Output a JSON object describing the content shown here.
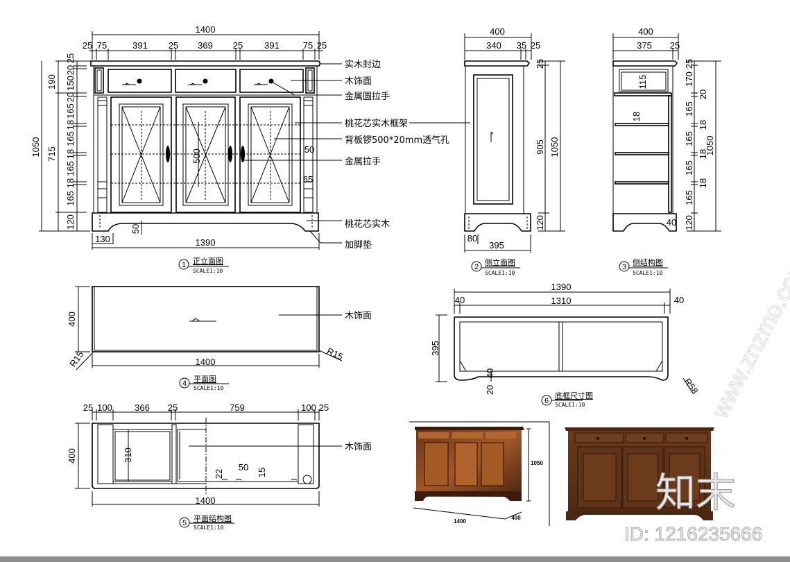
{
  "views": [
    {
      "number": "1",
      "title": "正立面图",
      "scale": "SCALE1:10",
      "top_dims": [
        "1400",
        "25",
        "75",
        "391",
        "25",
        "369",
        "25",
        "391",
        "75",
        "25"
      ],
      "left_dims": [
        "25",
        "20",
        "150",
        "20",
        "165",
        "18",
        "165",
        "18",
        "165",
        "18",
        "165",
        "120",
        "190",
        "715",
        "1050"
      ],
      "bottom_dims": [
        "130",
        "1390",
        "50"
      ],
      "inner_dims": [
        "500",
        "50",
        "65"
      ],
      "callouts": [
        "实木封边",
        "木饰面",
        "金属圆拉手",
        "桃花芯实木框架",
        "背板锣500*20mm透气孔",
        "金属拉手",
        "桃花芯实木",
        "加脚垫"
      ]
    },
    {
      "number": "2",
      "title": "侧立面图",
      "scale": "SCALE1:10",
      "top_dims": [
        "400",
        "340",
        "35",
        "25"
      ],
      "right_dims": [
        "25",
        "905",
        "1050",
        "120"
      ],
      "bottom_dims": [
        "80",
        "395"
      ]
    },
    {
      "number": "3",
      "title": "侧结构图",
      "scale": "SCALE1:10",
      "top_dims": [
        "400",
        "375",
        "25"
      ],
      "right_dims": [
        "25",
        "170",
        "20",
        "165",
        "18",
        "165",
        "18",
        "165",
        "18",
        "165",
        "120",
        "1050"
      ],
      "inner_dims": [
        "115",
        "18",
        "40"
      ]
    },
    {
      "number": "4",
      "title": "平面图",
      "scale": "SCALE1:10",
      "dims": [
        "400",
        "1400",
        "R15",
        "R15"
      ],
      "callouts": [
        "木饰面"
      ]
    },
    {
      "number": "5",
      "title": "平面结构图",
      "scale": "SCALE1:10",
      "top_dims": [
        "25",
        "100",
        "366",
        "25",
        "759",
        "100",
        "25"
      ],
      "dims": [
        "400",
        "310",
        "22",
        "50",
        "15",
        "1400"
      ],
      "callouts": [
        "木饰面"
      ]
    },
    {
      "number": "6",
      "title": "底框尺寸图",
      "scale": "SCALE1:10",
      "top_dims": [
        "1390",
        "40",
        "1310",
        "40"
      ],
      "dims": [
        "395",
        "40",
        "20",
        "R58"
      ]
    }
  ],
  "photo_dims": [
    "1050",
    "1400",
    "400"
  ],
  "watermark": {
    "logo": "知末",
    "id": "ID: 1216235666",
    "site": "www.znzmo.com"
  },
  "colors": {
    "line": "#000000",
    "wood_light": "#8a4f23",
    "wood_dark": "#4a2410",
    "bottom_bar": "#8c8c8c"
  }
}
